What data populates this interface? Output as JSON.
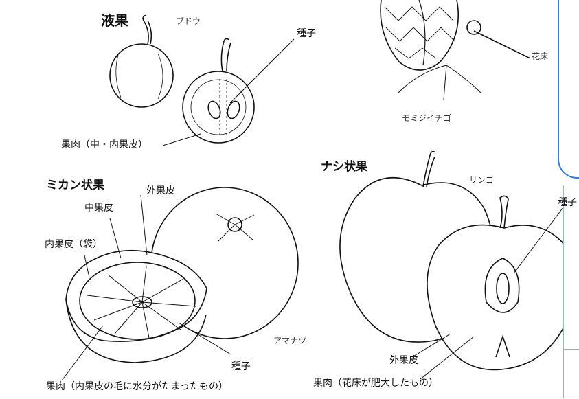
{
  "labels": {
    "ekika_title": "液果",
    "budou": "ブドウ",
    "shushi_top": "種子",
    "kaniku_top": "果肉（中・内果皮）",
    "kasho": "花床",
    "momiji": "モミジイチゴ",
    "mikan_title": "ミカン状果",
    "gaikahi_left": "外果皮",
    "chukahi": "中果皮",
    "naikahi": "内果皮（袋）",
    "amanatsu": "アマナツ",
    "shushi_left": "種子",
    "kaniku_left": "果肉（内果皮の毛に水分がたまったもの）",
    "nashi_title": "ナシ状果",
    "ringo": "リンゴ",
    "shushi_right": "種子",
    "gaikahi_right": "外果皮",
    "kaniku_right": "果肉（花床が肥大したもの）"
  }
}
